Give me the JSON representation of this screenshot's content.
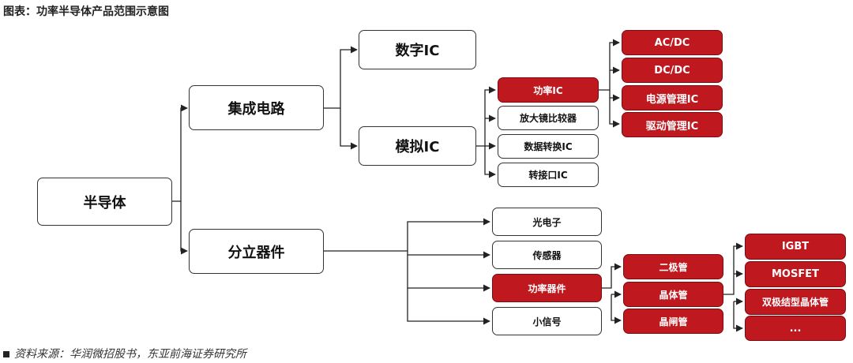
{
  "title": "图表：功率半导体产品范围示意图",
  "source": "资料来源：华润微招股书，东亚前海证券研究所",
  "nodes": {
    "semiconductor": "半导体",
    "integrated_circuit": "集成电路",
    "discrete_device": "分立器件",
    "digital_ic": "数字IC",
    "analog_ic": "模拟IC",
    "power_ic": "功率IC",
    "amplifier_comparator": "放大镜比较器",
    "data_converter": "数据转换IC",
    "interface_ic": "转接口IC",
    "ac_dc": "AC/DC",
    "dc_dc": "DC/DC",
    "power_mgmt_ic": "电源管理IC",
    "driver_mgmt_ic": "驱动管理IC",
    "optoelectronics": "光电子",
    "sensor": "传感器",
    "power_device": "功率器件",
    "small_signal": "小信号",
    "diode": "二极管",
    "transistor": "晶体管",
    "thyristor": "晶闸管",
    "igbt": "IGBT",
    "mosfet": "MOSFET",
    "bjt": "双极结型晶体管",
    "ellipsis": "..."
  },
  "highlight_color": "#c0181f"
}
